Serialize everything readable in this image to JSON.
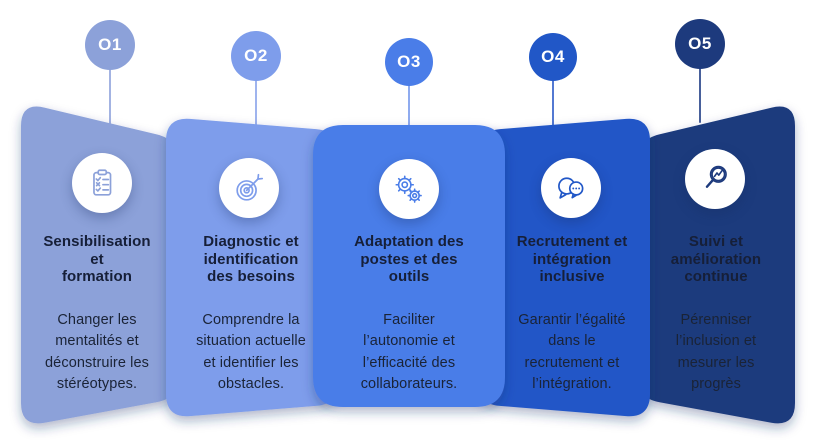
{
  "infographic": {
    "background_color": "#FFFFFF",
    "text_color": "#1A2336",
    "steps": [
      {
        "number": "O1",
        "title": "Sensibilisation\net\nformation",
        "description": "Changer les\nmentalités et\ndéconstruire les\nstéréotypes.",
        "color": "#8CA1D9",
        "line_color": "#A3B3E2",
        "icon": "clipboard-checklist-icon"
      },
      {
        "number": "O2",
        "title": "Diagnostic et\nidentification\ndes besoins",
        "description": "Comprendre la\nsituation actuelle\net identifier les\nobstacles.",
        "color": "#7E9DEB",
        "line_color": "#9FB4EE",
        "icon": "target-arrow-icon"
      },
      {
        "number": "O3",
        "title": "Adaptation des\npostes et des\noutils",
        "description": "Faciliter\nl’autonomie et\nl’efficacité des\ncollaborateurs.",
        "color": "#4A7DE8",
        "line_color": "#8FABEF",
        "icon": "gears-icon"
      },
      {
        "number": "O4",
        "title": "Recrutement et\nintégration\ninclusive",
        "description": "Garantir l’égalité\ndans le\nrecrutement et\nl’intégration.",
        "color": "#2157C7",
        "line_color": "#5379D2",
        "icon": "chat-bubbles-icon"
      },
      {
        "number": "O5",
        "title": "Suivi et\namélioration\ncontinue",
        "description": "Pérenniser\nl’inclusion et\nmesurer les\nprogrès",
        "color": "#1D3A7D",
        "line_color": "#48609B",
        "icon": "magnifier-chart-icon"
      }
    ]
  }
}
